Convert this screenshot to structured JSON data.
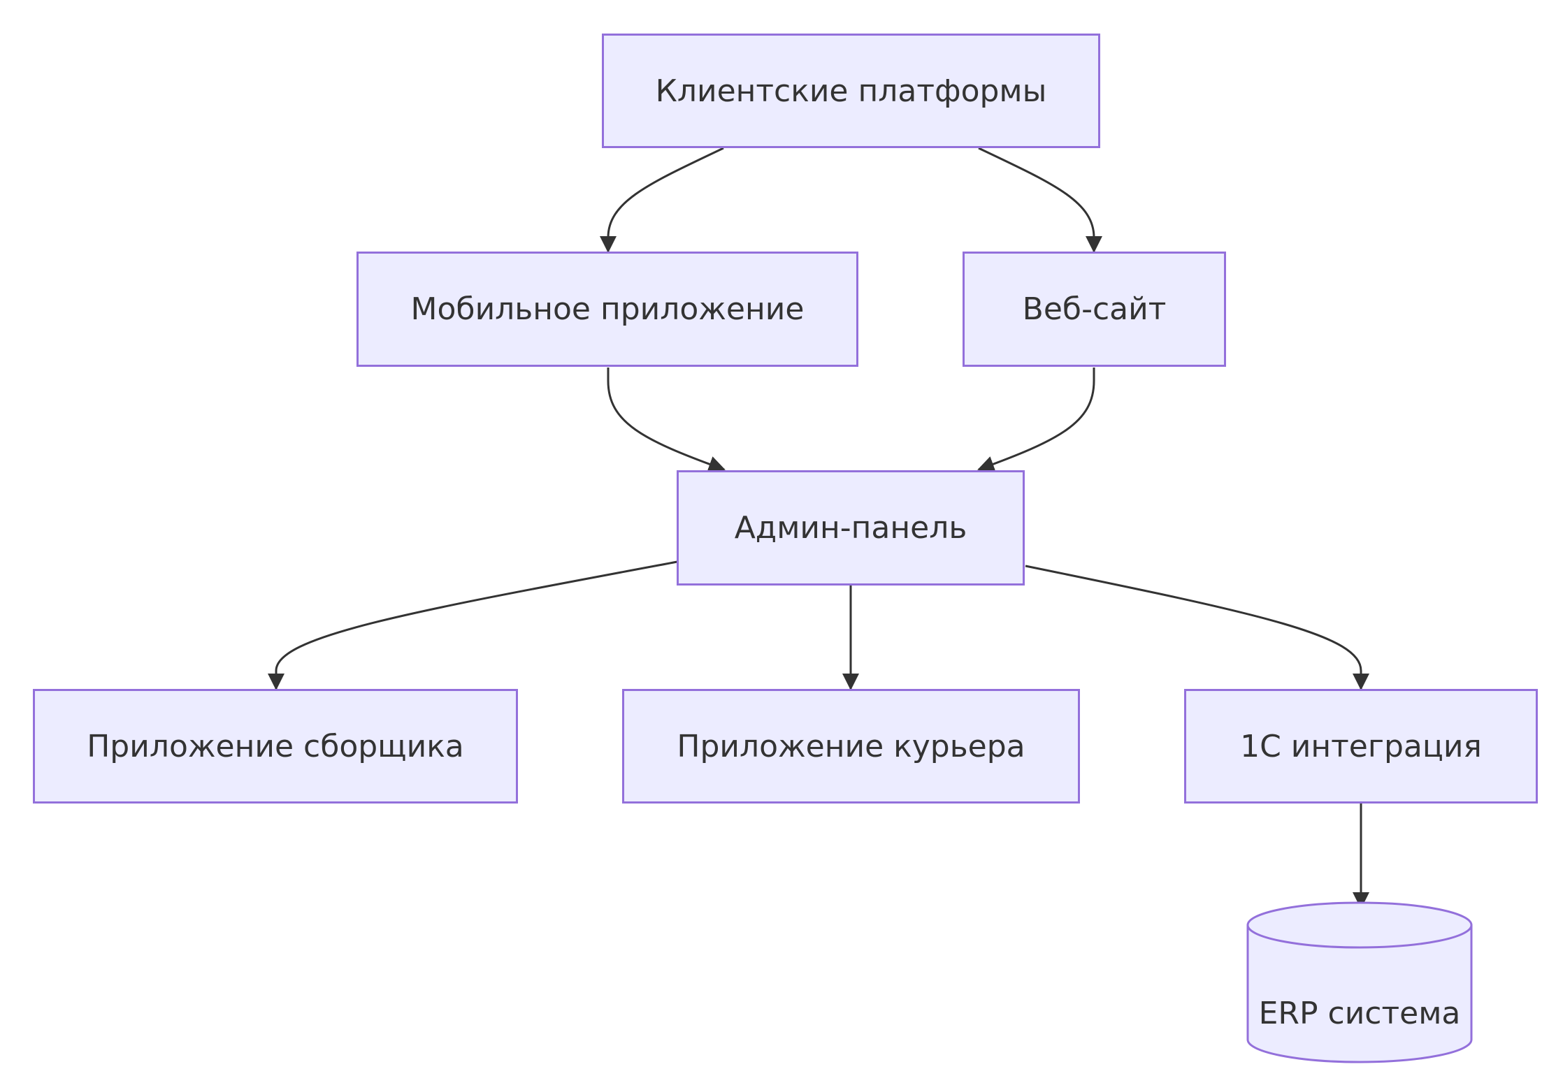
{
  "colors": {
    "node_fill": "#ECECFF",
    "node_border": "#9370DB",
    "edge": "#333333",
    "text": "#333333"
  },
  "nodes": {
    "client_platforms": "Клиентские платформы",
    "mobile_app": "Мобильное приложение",
    "website": "Веб-сайт",
    "admin_panel": "Админ-панель",
    "picker_app": "Приложение сборщика",
    "courier_app": "Приложение курьера",
    "integration_1c": "1C интеграция",
    "erp_system": "ERP система"
  },
  "edges": [
    {
      "from": "client_platforms",
      "to": "mobile_app"
    },
    {
      "from": "client_platforms",
      "to": "website"
    },
    {
      "from": "mobile_app",
      "to": "admin_panel"
    },
    {
      "from": "website",
      "to": "admin_panel"
    },
    {
      "from": "admin_panel",
      "to": "picker_app"
    },
    {
      "from": "admin_panel",
      "to": "courier_app"
    },
    {
      "from": "admin_panel",
      "to": "integration_1c"
    },
    {
      "from": "integration_1c",
      "to": "erp_system"
    }
  ]
}
